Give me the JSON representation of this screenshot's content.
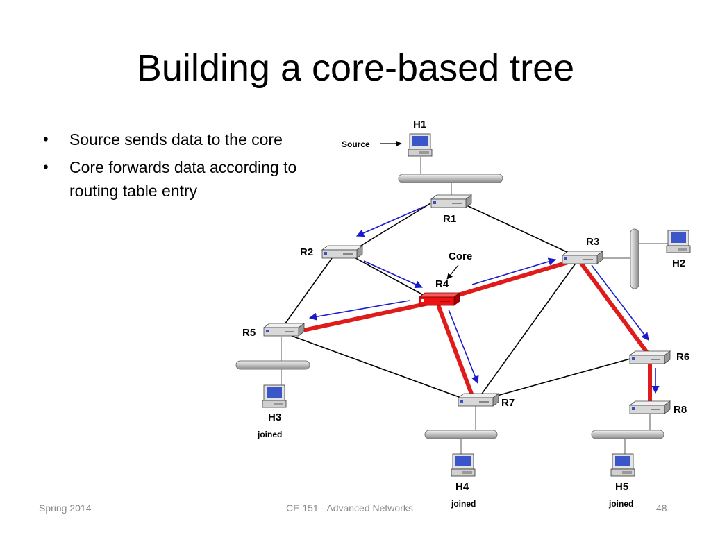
{
  "slide": {
    "title": "Building a core-based tree",
    "bullets": [
      "Source sends data to the core",
      "Core forwards data according to routing table entry"
    ],
    "bullet_glyph": "•",
    "footer": {
      "left": "Spring 2014",
      "center": "CE 151 - Advanced Networks",
      "right": "48"
    }
  },
  "diagram": {
    "labels": {
      "source": "Source",
      "core": "Core",
      "joined": "joined"
    },
    "routers": {
      "R1": "R1",
      "R2": "R2",
      "R3": "R3",
      "R4": "R4",
      "R5": "R5",
      "R6": "R6",
      "R7": "R7",
      "R8": "R8"
    },
    "hosts": {
      "H1": "H1",
      "H2": "H2",
      "H3": "H3",
      "H4": "H4",
      "H5": "H5"
    },
    "colors": {
      "link": "#000000",
      "tree": "#e01b1b",
      "arrow": "#1a1acc",
      "router": "#d8d8d8",
      "core_router": "#ee1111",
      "lan": "#c8c8c8"
    }
  }
}
